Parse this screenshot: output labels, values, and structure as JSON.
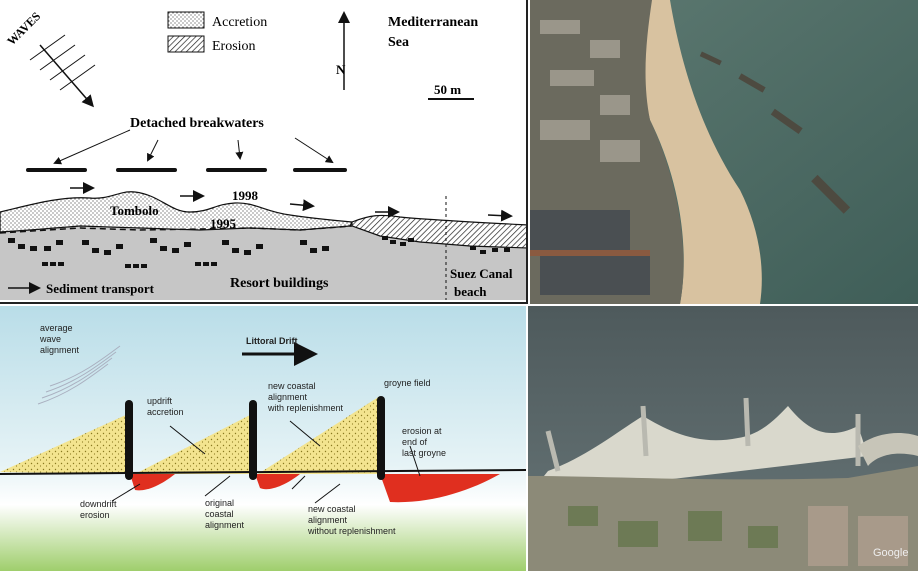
{
  "top_left": {
    "waves_label": "WAVES",
    "legend": {
      "accretion": "Accretion",
      "erosion": "Erosion"
    },
    "north": "N",
    "sea_line1": "Mediterranean",
    "sea_line2": "Sea",
    "scale_label": "50 m",
    "breakwaters_label": "Detached breakwaters",
    "year_1998": "1998",
    "year_1995": "1995",
    "tombolo": "Tombolo",
    "resort": "Resort buildings",
    "suez_line1": "Suez Canal",
    "suez_line2": "beach",
    "sediment": "Sediment transport"
  },
  "bottom_left": {
    "wave_line1": "average",
    "wave_line2": "wave",
    "wave_line3": "alignment",
    "littoral": "Littoral Drift",
    "updrift_line1": "updrift",
    "updrift_line2": "accretion",
    "new_repl_line1": "new coastal",
    "new_repl_line2": "alignment",
    "new_repl_line3": "with replenishment",
    "groyne": "groyne field",
    "erosion_end_line1": "erosion at",
    "erosion_end_line2": "end of",
    "erosion_end_line3": "last groyne",
    "downdrift_line1": "downdrift",
    "downdrift_line2": "erosion",
    "original_line1": "original",
    "original_line2": "coastal",
    "original_line3": "alignment",
    "new_norepl_line1": "new coastal",
    "new_norepl_line2": "alignment",
    "new_norepl_line3": "without replenishment"
  },
  "bottom_right": {
    "watermark": "Google"
  }
}
